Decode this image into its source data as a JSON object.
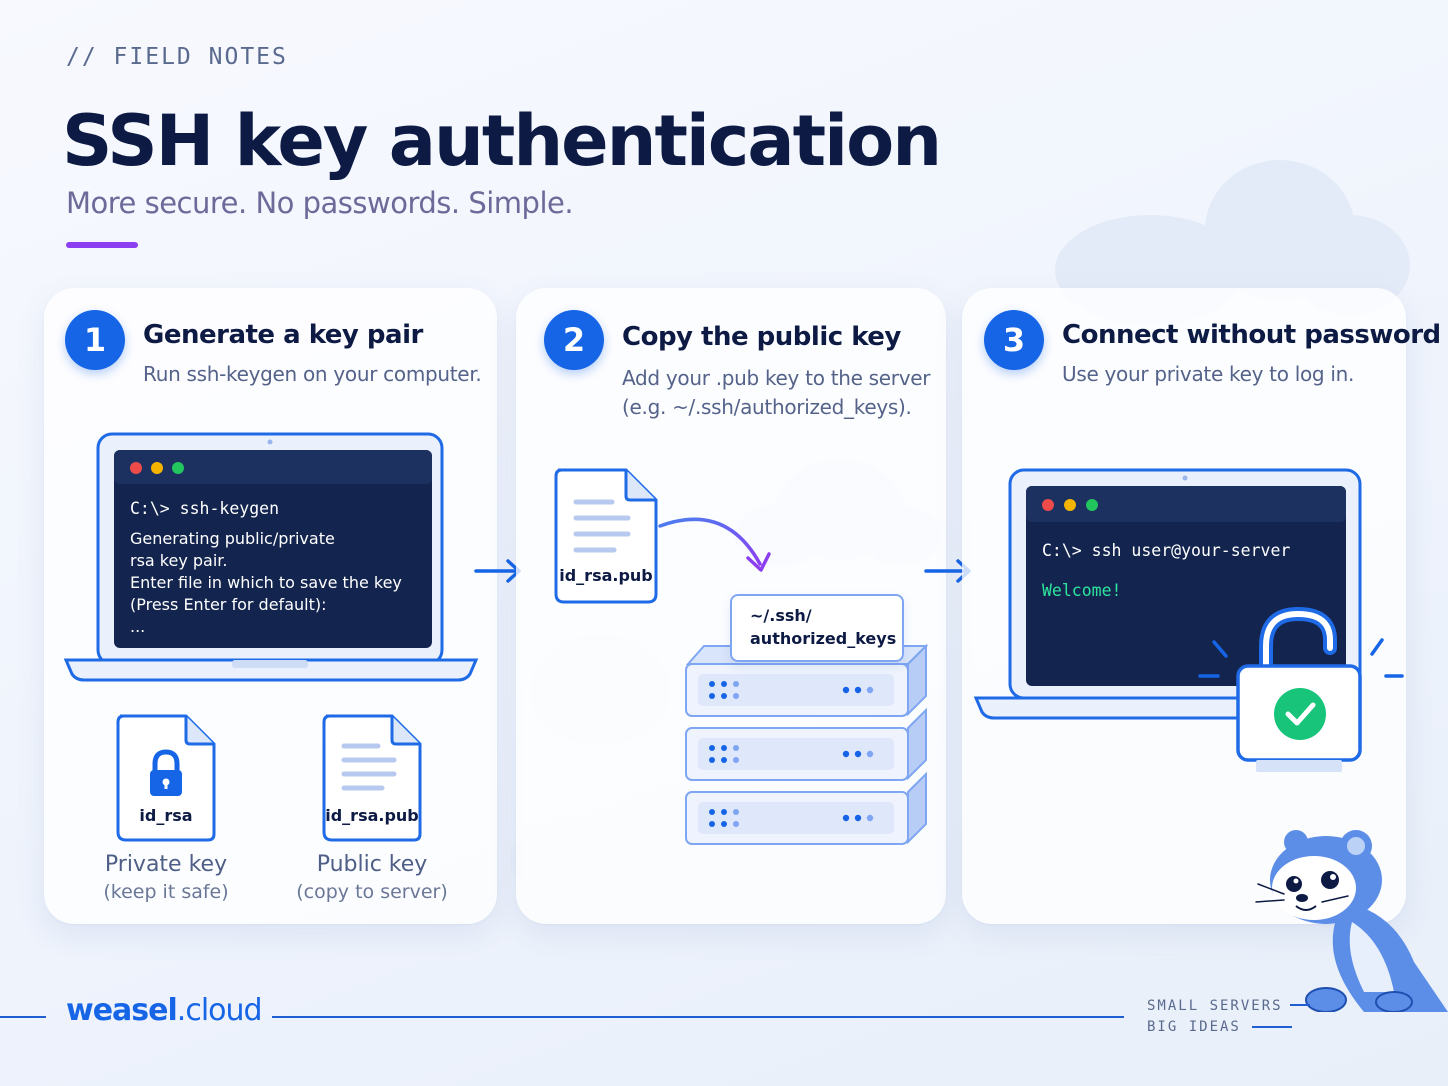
{
  "header": {
    "kicker": "// FIELD NOTES",
    "title": "SSH key authentication",
    "subtitle": "More secure. No passwords. Simple."
  },
  "steps": [
    {
      "number": "1",
      "title": "Generate a key pair",
      "description": "Run ssh-keygen on your computer.",
      "terminal": {
        "prompt": "C:\\> ssh-keygen",
        "lines": [
          "Generating public/private",
          "rsa key pair.",
          "Enter file in which to save the key",
          "(Press Enter for default):",
          "..."
        ]
      },
      "files": [
        {
          "name": "id_rsa",
          "caption": "Private key",
          "note": "(keep it safe)",
          "icon": "lock-icon"
        },
        {
          "name": "id_rsa.pub",
          "caption": "Public key",
          "note": "(copy to server)",
          "icon": "document-lines-icon"
        }
      ]
    },
    {
      "number": "2",
      "title": "Copy the public key",
      "description_line1": "Add your .pub key to the server",
      "description_line2": "(e.g. ~/.ssh/authorized_keys).",
      "file": "id_rsa.pub",
      "server_file_line1": "~/.ssh/",
      "server_file_line2": "authorized_keys"
    },
    {
      "number": "3",
      "title": "Connect without password",
      "description": "Use your private key to log in.",
      "terminal": {
        "prompt": "C:\\> ssh user@your-server",
        "welcome": "Welcome!"
      }
    }
  ],
  "footer": {
    "brand_bold": "weasel",
    "brand_light": ".cloud",
    "tagline": "SMALL SERVERS\nBIG IDEAS"
  },
  "colors": {
    "accent": "#1565e6",
    "purple": "#8b3ff0",
    "terminal_bg": "#13254f",
    "success": "#17c47a"
  }
}
